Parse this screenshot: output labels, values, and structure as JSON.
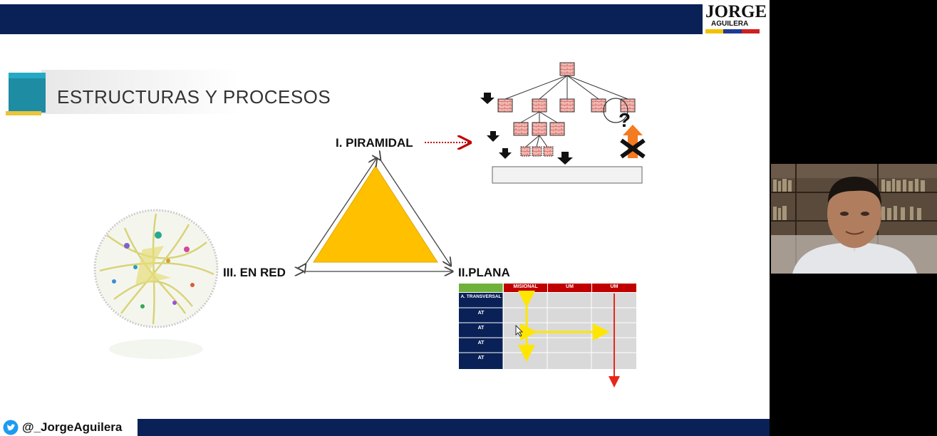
{
  "header": {
    "logo_line1": "JORGE",
    "logo_line2": "AGUILERA",
    "bar_color": "#0a2157",
    "flag_colors": [
      "#f2c200",
      "#1f3a93",
      "#cf1f1f"
    ]
  },
  "slide": {
    "title": "ESTRUCTURAS Y PROCESOS",
    "labels": {
      "piramidal": "I. PIRAMIDAL",
      "plana": "II.PLANA",
      "red": "III. EN RED"
    },
    "triangle_color": "#ffc000",
    "table": {
      "headers": [
        "MISIONAL",
        "UM",
        "UM"
      ],
      "rows": [
        "A. TRANSVERSAL",
        "AT",
        "AT",
        "AT",
        "AT"
      ]
    }
  },
  "footer": {
    "twitter_icon": "twitter-bird-icon",
    "handle": "@_JorgeAguilera"
  },
  "webcam": {
    "description_icon": "video-feed"
  }
}
